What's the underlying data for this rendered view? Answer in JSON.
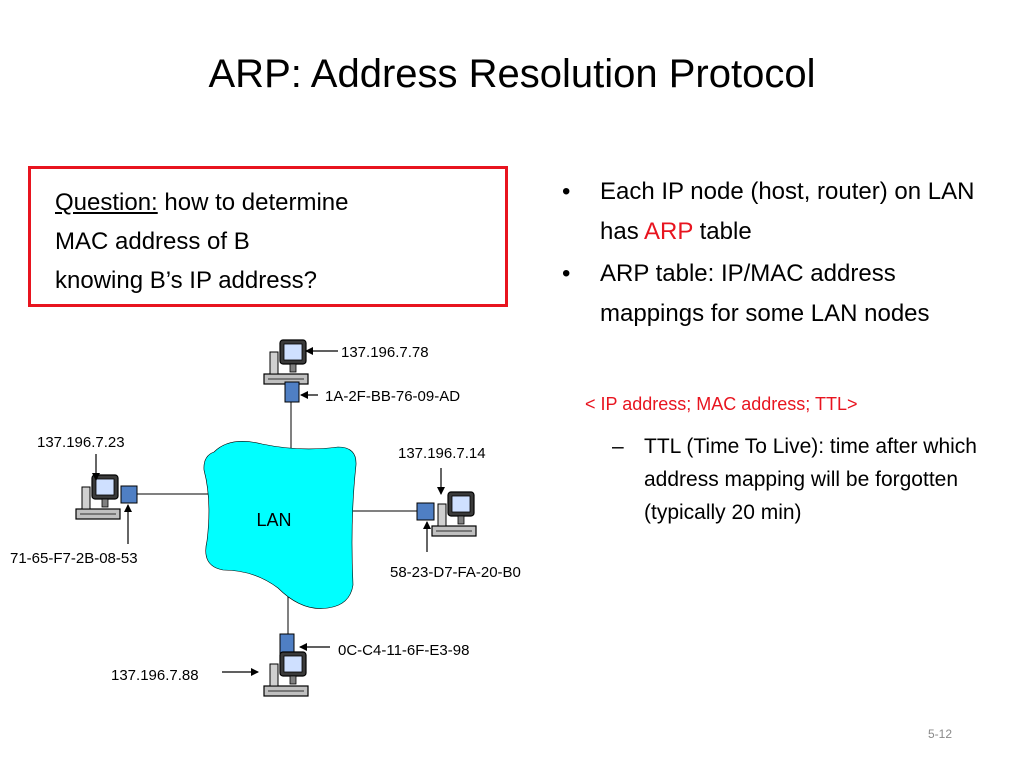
{
  "slide": {
    "title": "ARP: Address Resolution Protocol",
    "slide_number": "5-12"
  },
  "question": {
    "label": "Question:",
    "line1": " how to determine",
    "line2": "MAC address of B",
    "line3": "knowing B’s IP address?"
  },
  "bullets": {
    "b1_pre": "Each IP node (host, router) on LAN has ",
    "b1_arp": "ARP",
    "b1_post": " table",
    "b2": "ARP table: IP/MAC address mappings for some LAN nodes",
    "tuple": "< IP address; MAC address; TTL>",
    "sub": "TTL (Time To Live): time after which address mapping will be forgotten (typically 20 min)"
  },
  "diagram": {
    "lan_label": "LAN",
    "nodes": {
      "top": {
        "ip": "137.196.7.78",
        "mac": "1A-2F-BB-76-09-AD"
      },
      "left": {
        "ip": "137.196.7.23",
        "mac": "71-65-F7-2B-08-53"
      },
      "right": {
        "ip": "137.196.7.14",
        "mac": "58-23-D7-FA-20-B0"
      },
      "bottom": {
        "ip": "137.196.7.88",
        "mac": "0C-C4-11-6F-E3-98"
      }
    },
    "colors": {
      "lan": "#00ffff",
      "adapter": "#4f7fc4",
      "box": "#e8141f"
    }
  }
}
